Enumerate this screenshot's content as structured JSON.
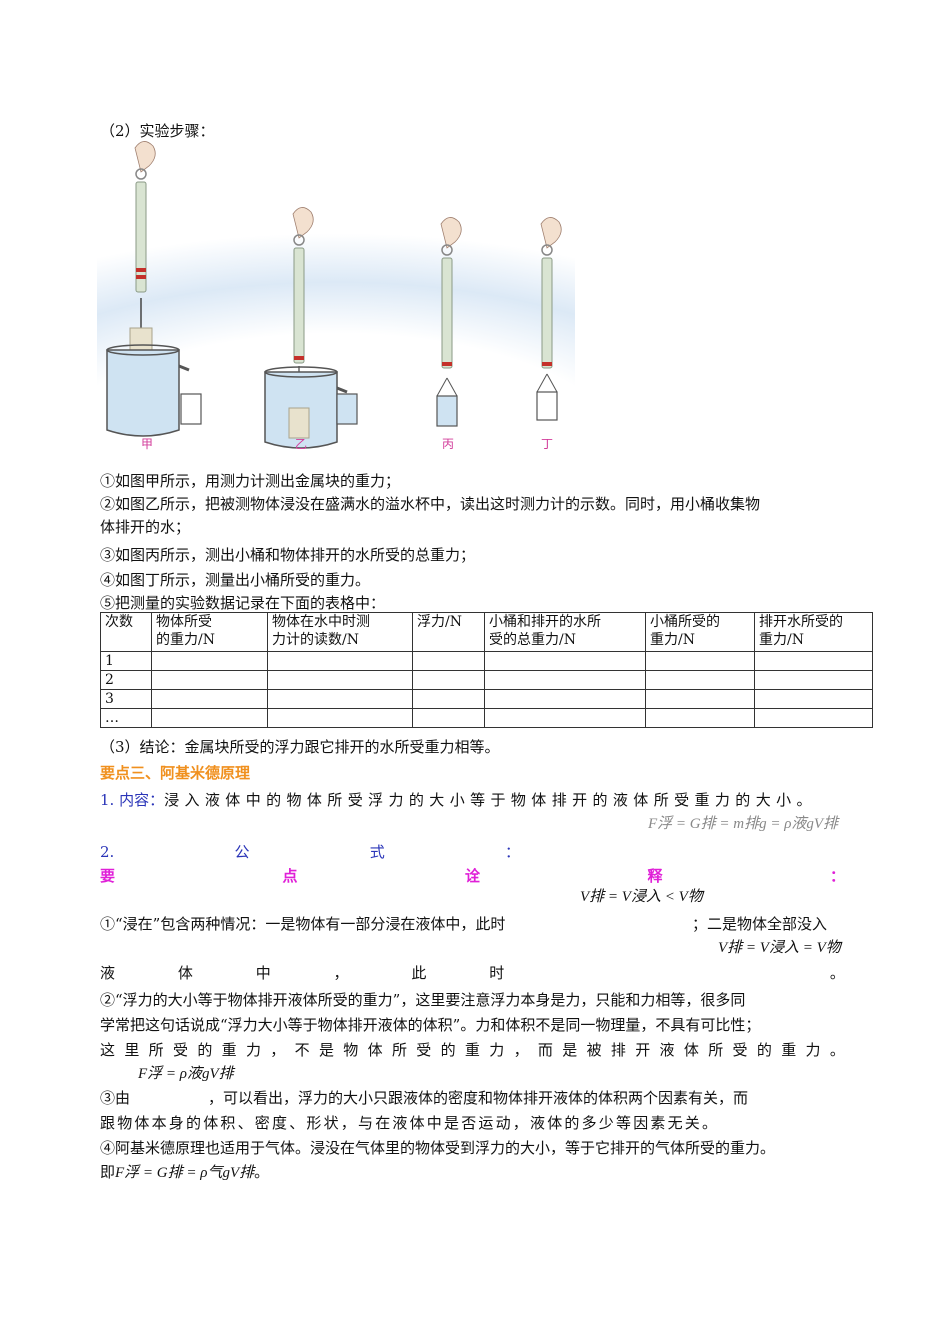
{
  "section2": {
    "title": "（2）实验步骤：",
    "figure_labels": [
      "甲",
      "乙",
      "丙",
      "丁"
    ],
    "steps": [
      "①如图甲所示，用测力计测出金属块的重力；",
      "②如图乙所示，把被测物体浸没在盛满水的溢水杯中，读出这时测力计的示数。同时，用小桶收集物",
      "体排开的水；",
      "③如图丙所示，测出小桶和物体排开的水所受的总重力；",
      "④如图丁所示，测量出小桶所受的重力。",
      "⑤把测量的实验数据记录在下面的表格中："
    ]
  },
  "table": {
    "headers": [
      [
        "次数",
        ""
      ],
      [
        "物体所受",
        "的重力/N"
      ],
      [
        "物体在水中时测",
        "力计的读数/N"
      ],
      [
        "浮力/N",
        ""
      ],
      [
        "小桶和排开的水所",
        "受的总重力/N"
      ],
      [
        "小桶所受的",
        "重力/N"
      ],
      [
        "排开水所受的",
        "重力/N"
      ]
    ],
    "rows": [
      "1",
      "2",
      "3",
      "…"
    ]
  },
  "section3": {
    "conclusion": "（3）结论：金属块所受的浮力跟它排开的水所受重力相等。"
  },
  "keypoint3": {
    "heading": "要点三、阿基米德原理",
    "content_label": "1. 内容：",
    "content_text": "浸入液体中的物体所受浮力的大小等于物体排开的液体所受重力的大小。",
    "formula_faded": "F浮 = G排 = m排g = ρ液gV排",
    "formula_label_chars": [
      "2.",
      "公",
      "式",
      "："
    ],
    "explain_label_chars": [
      "要",
      "点",
      "诠",
      "释",
      "："
    ],
    "formula_partial": "V排 = V浸入 < V物",
    "formula_full": "V排 = V浸入 = V物",
    "point1_a": "①“浸在”包含两种情况：一是物体有一部分浸在液体中，此时",
    "point1_b": "；二是物体全部没入",
    "point1_c_chars": [
      "液",
      "体",
      "中",
      "，",
      "此",
      "时",
      "。"
    ],
    "point2_lines": [
      "②“浮力的大小等于物体排开液体所受的重力”，这里要注意浮力本身是力，只能和力相等，很多同",
      "学常把这句话说成“浮力大小等于物体排开液体的体积”。力和体积不是同一物理量，不具有可比性；"
    ],
    "point2_last_chars": [
      "这",
      "里",
      "所",
      "受",
      "的",
      "重",
      "力",
      "，",
      "不",
      "是",
      "物",
      "体",
      "所",
      "受",
      "的",
      "重",
      "力",
      "，",
      "而",
      "是",
      "被",
      "排",
      "开",
      "液",
      "体",
      "所",
      "受",
      "的",
      "重",
      "力",
      "。"
    ],
    "formula_buoyancy": "F浮 = ρ液gV排",
    "point3_a": "③由",
    "point3_b": "，可以看出，浮力的大小只跟液体的密度和物体排开液体的体积两个因素有关，而",
    "point3_c": "跟物体本身的体积、密度、形状，与在液体中是否运动，液体的多少等因素无关。",
    "point4_a": "④阿基米德原理也适用于气体。浸没在气体里的物体受到浮力的大小，等于它排开的气体所受的重力。",
    "point4_b_prefix": "即",
    "point4_formula": "F浮 = G排 = ρ气gV排",
    "point4_b_suffix": "。"
  },
  "colors": {
    "heading": "#f0901e",
    "blue_label": "#2a34b8",
    "magenta_label": "#e020d8"
  }
}
